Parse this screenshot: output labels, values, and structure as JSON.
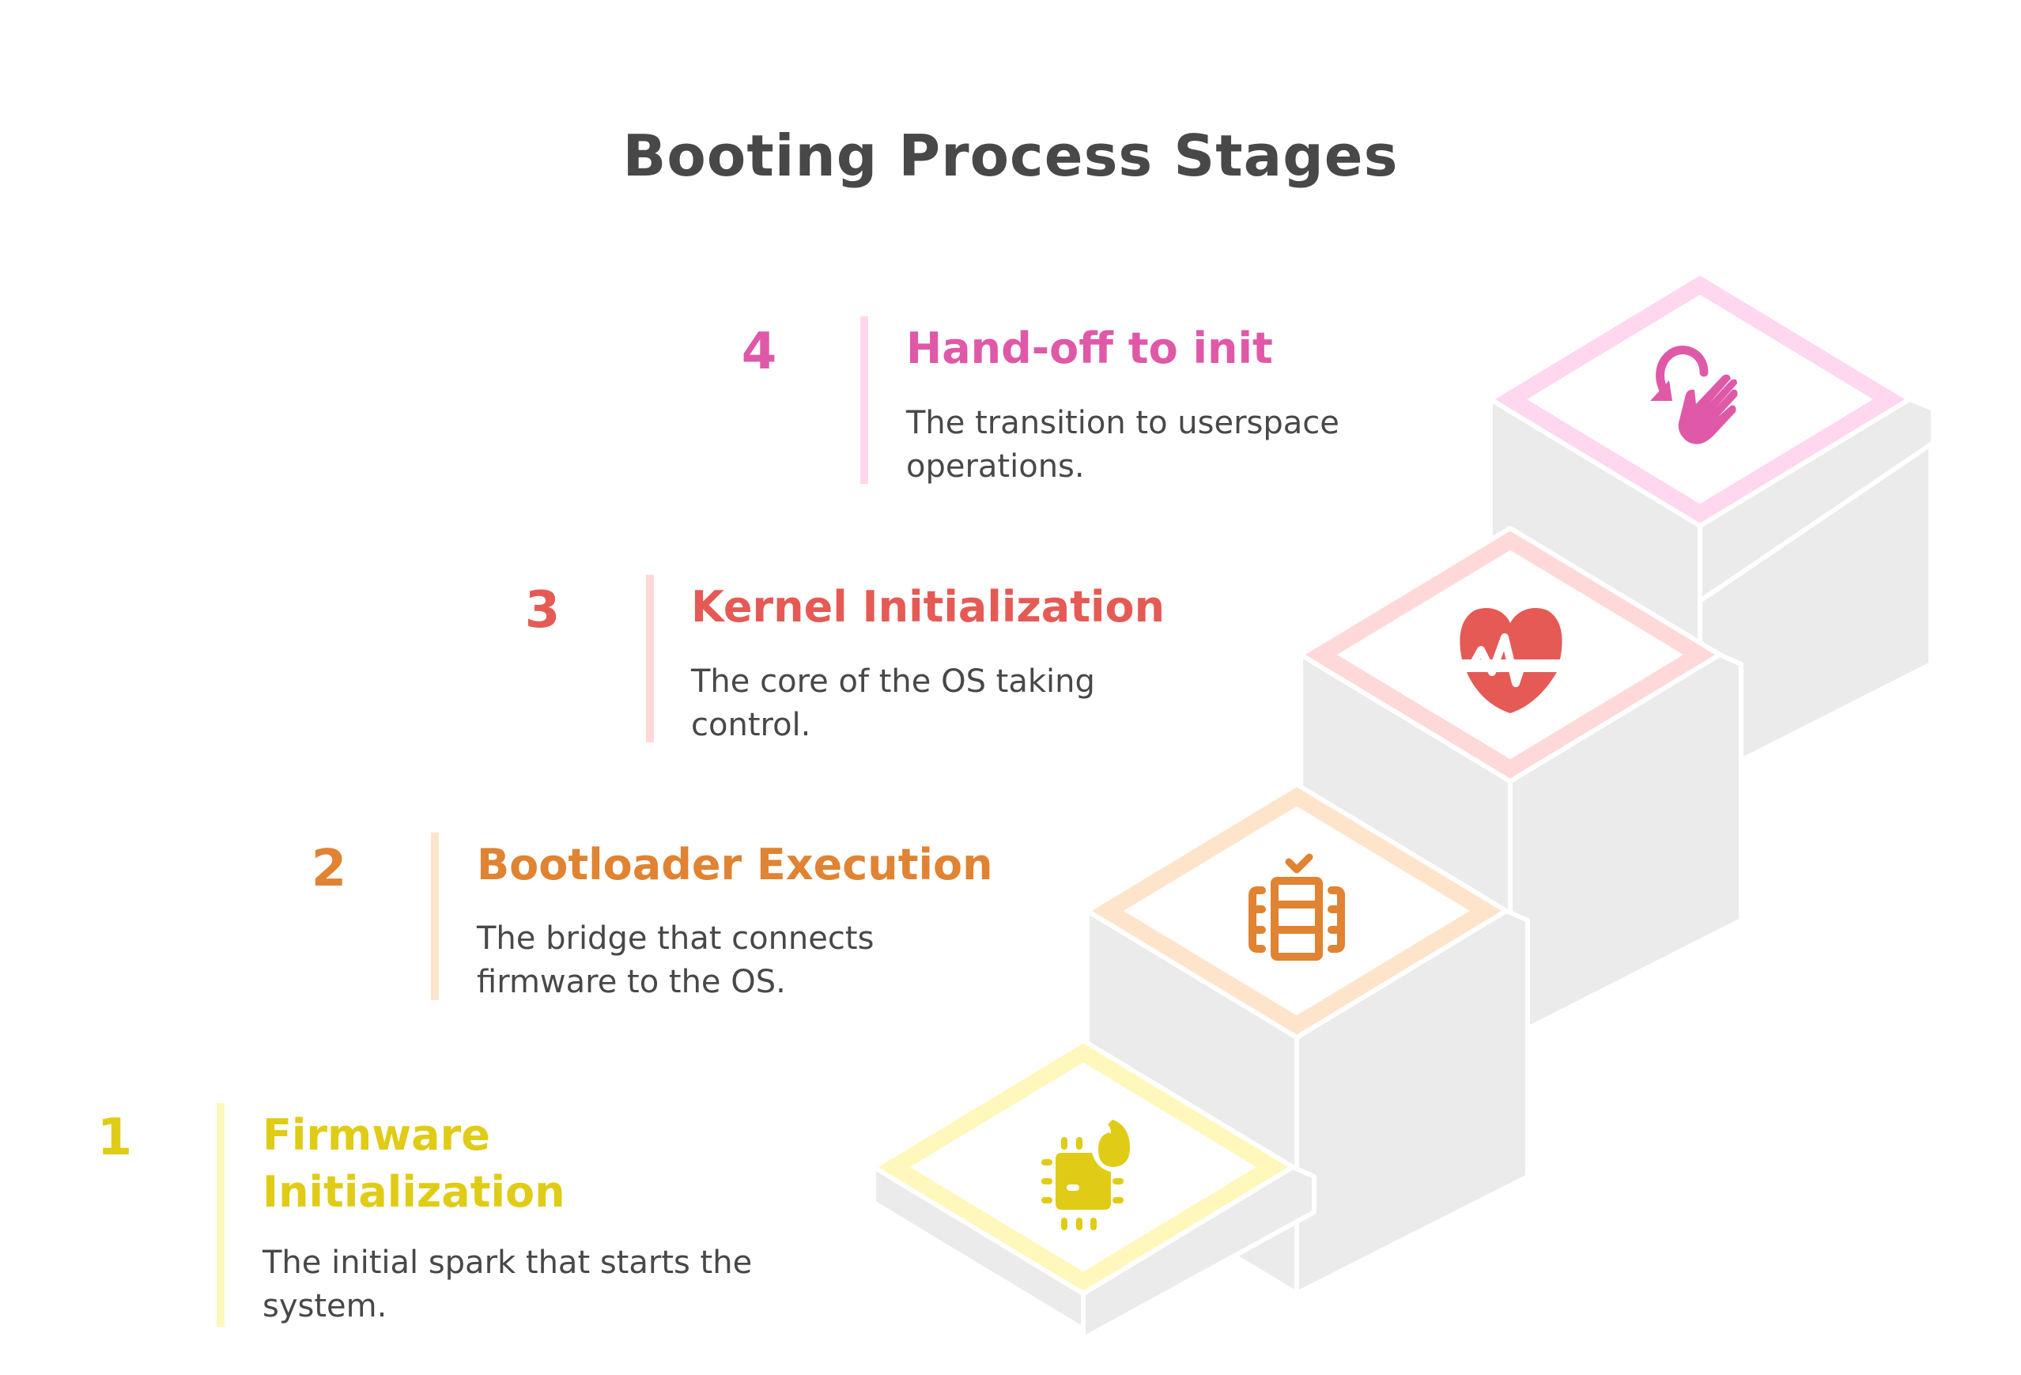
{
  "title": "Booting Process Stages",
  "stages": [
    {
      "number": "1",
      "title": "Firmware Initialization",
      "title_lines": [
        "Firmware",
        "Initialization"
      ],
      "description": "The initial spark that starts the system.",
      "icon": "chip-flame-icon",
      "color": "#E0CC16",
      "light_color": "#FFF7BC"
    },
    {
      "number": "2",
      "title": "Bootloader Execution",
      "description": "The bridge that connects firmware to the OS.",
      "icon": "server-rack-check-icon",
      "color": "#E08332",
      "light_color": "#FFE4CC"
    },
    {
      "number": "3",
      "title": "Kernel Initialization",
      "description": "The core of the OS taking control.",
      "icon": "heart-pulse-icon",
      "color": "#E55A55",
      "light_color": "#FFD9D9"
    },
    {
      "number": "4",
      "title": "Hand-off to init",
      "description": "The transition to userspace operations.",
      "icon": "hand-rotate-icon",
      "color": "#DF59A8",
      "light_color": "#FFD7EF"
    }
  ],
  "colors": {
    "text": "#484848",
    "stair_side": "#EBEBEB"
  }
}
